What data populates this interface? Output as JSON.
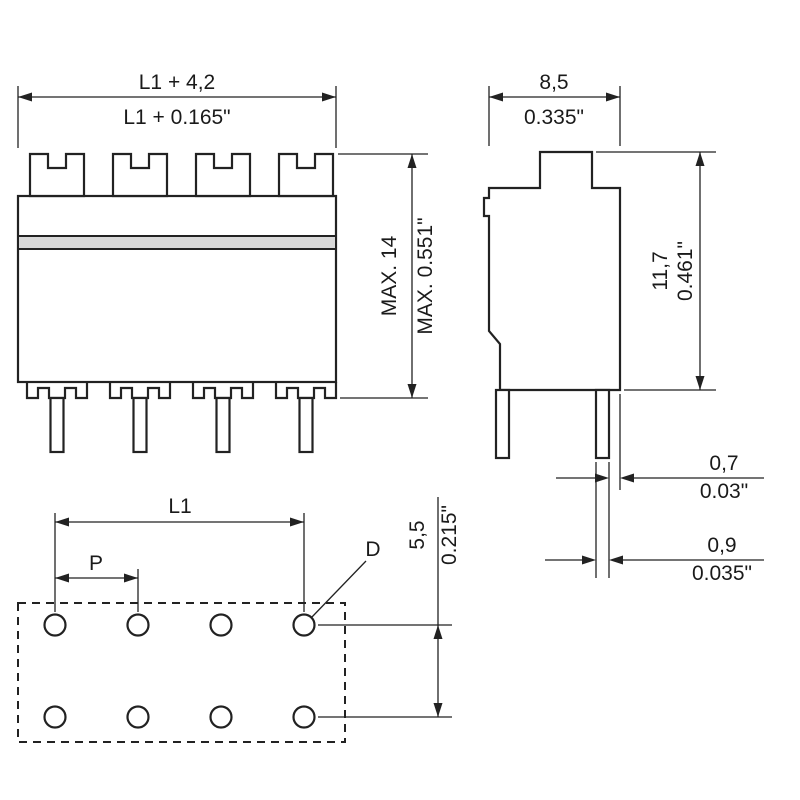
{
  "page": {
    "background": "#ffffff"
  },
  "front_view": {
    "dim_length_mm": "L1 + 4,2",
    "dim_length_in": "L1 + 0.165\"",
    "dim_height_mm": "MAX. 14",
    "dim_height_in": "MAX. 0.551\""
  },
  "side_view": {
    "dim_width_mm": "8,5",
    "dim_width_in": "0.335\"",
    "dim_height_mm": "11,7",
    "dim_height_in": "0.461\"",
    "dim_pin_edge_mm": "0,7",
    "dim_pin_edge_in": "0.03\"",
    "dim_pin_thick_mm": "0,9",
    "dim_pin_thick_in": "0.035\""
  },
  "footprint": {
    "dim_length_label": "L1",
    "dim_pitch_label": "P",
    "hole_diameter_label": "D",
    "dim_row_mm": "5,5",
    "dim_row_in": "0.215\""
  },
  "colors": {
    "line": "#222222",
    "band_fill": "#d8d8d8"
  }
}
